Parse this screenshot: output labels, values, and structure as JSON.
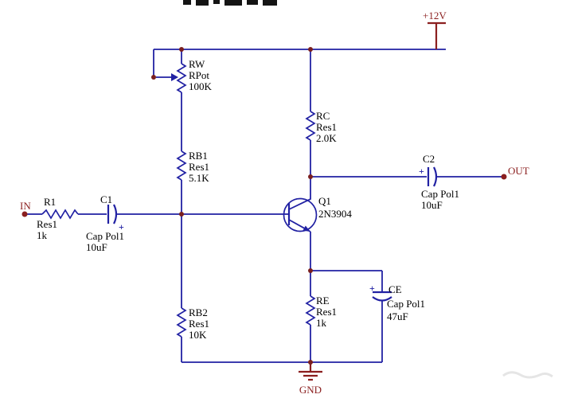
{
  "diagram": {
    "kind": "analog-circuit-schematic",
    "colors": {
      "wire": "#2121a3",
      "component_label": "#000000",
      "net_label": "#8b1f1f",
      "junction_dot": "#7a1f1f",
      "background": "#ffffff"
    },
    "power": {
      "vcc_label": "+12V",
      "gnd_label": "GND"
    },
    "ports": {
      "input_label": "IN",
      "output_label": "OUT"
    },
    "components": {
      "rw": {
        "ref": "RW",
        "part": "RPot",
        "value": "100K"
      },
      "rb1": {
        "ref": "RB1",
        "part": "Res1",
        "value": "5.1K"
      },
      "rb2": {
        "ref": "RB2",
        "part": "Res1",
        "value": "10K"
      },
      "rc": {
        "ref": "RC",
        "part": "Res1",
        "value": "2.0K"
      },
      "re": {
        "ref": "RE",
        "part": "Res1",
        "value": "1k"
      },
      "r1": {
        "ref": "R1",
        "part": "Res1",
        "value": "1k"
      },
      "c1": {
        "ref": "C1",
        "part": "Cap Pol1",
        "value": "10uF",
        "polarity_mark": "+"
      },
      "c2": {
        "ref": "C2",
        "part": "Cap Pol1",
        "value": "10uF",
        "polarity_mark": "+"
      },
      "ce": {
        "ref": "CE",
        "part": "Cap Pol1",
        "value": "47uF",
        "polarity_mark": "+"
      },
      "q1": {
        "ref": "Q1",
        "part": "2N3904"
      }
    }
  }
}
